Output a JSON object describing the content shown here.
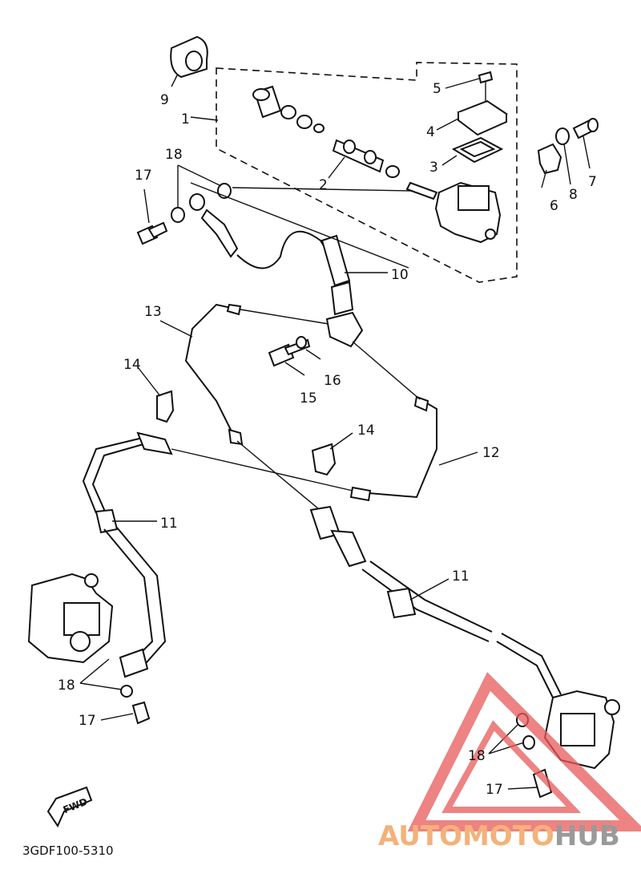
{
  "diagram": {
    "callouts": [
      {
        "id": "c1",
        "text": "1"
      },
      {
        "id": "c2",
        "text": "2"
      },
      {
        "id": "c3",
        "text": "3"
      },
      {
        "id": "c4",
        "text": "4"
      },
      {
        "id": "c5",
        "text": "5"
      },
      {
        "id": "c6",
        "text": "6"
      },
      {
        "id": "c7",
        "text": "7"
      },
      {
        "id": "c8",
        "text": "8"
      },
      {
        "id": "c9",
        "text": "9"
      },
      {
        "id": "c10",
        "text": "10"
      },
      {
        "id": "c11a",
        "text": "11"
      },
      {
        "id": "c11b",
        "text": "11"
      },
      {
        "id": "c12",
        "text": "12"
      },
      {
        "id": "c13",
        "text": "13"
      },
      {
        "id": "c14a",
        "text": "14"
      },
      {
        "id": "c14b",
        "text": "14"
      },
      {
        "id": "c15",
        "text": "15"
      },
      {
        "id": "c16",
        "text": "16"
      },
      {
        "id": "c17a",
        "text": "17"
      },
      {
        "id": "c17b",
        "text": "17"
      },
      {
        "id": "c17c",
        "text": "17"
      },
      {
        "id": "c18a",
        "text": "18"
      },
      {
        "id": "c18b",
        "text": "18"
      },
      {
        "id": "c18c",
        "text": "18"
      }
    ],
    "direction_label": "FWD",
    "diagram_code": "3GDF100-5310",
    "watermark": {
      "part1": "AUTOMOTO",
      "part2": "HUB"
    },
    "colors": {
      "ink": "#111111",
      "watermark_orange": "#f3b27a",
      "watermark_gray": "#9a9a9a",
      "watermark_red": "#e85a5a"
    }
  }
}
